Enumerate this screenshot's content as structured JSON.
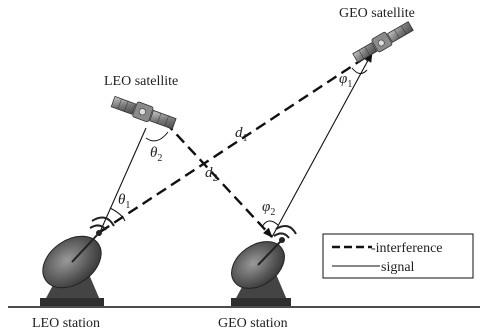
{
  "labels": {
    "geo_satellite": "GEO satellite",
    "leo_satellite": "LEO satellite",
    "leo_station": "LEO station",
    "geo_station": "GEO station"
  },
  "symbols": {
    "d1": "d",
    "d1_sub": "1",
    "d2": "d",
    "d2_sub": "2",
    "theta1": "θ",
    "theta1_sub": "1",
    "theta2": "θ",
    "theta2_sub": "2",
    "phi1": "φ",
    "phi1_sub": "1",
    "phi2": "φ",
    "phi2_sub": "2"
  },
  "legend": {
    "interference": "-interference",
    "signal": "signal"
  }
}
